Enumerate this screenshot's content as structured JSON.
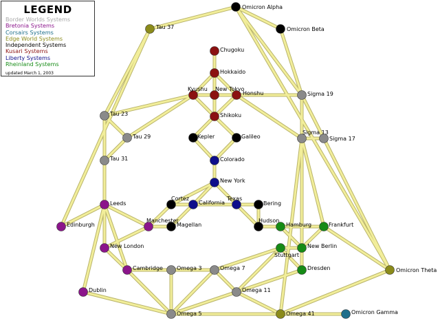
{
  "legend": {
    "title": "LEGEND",
    "entries": [
      {
        "label": "Border Worlds Systems",
        "color": "#aaaaaa"
      },
      {
        "label": "Bretonia Systems",
        "color": "#8b158b"
      },
      {
        "label": "Corsairs Systems",
        "color": "#1f6f8b"
      },
      {
        "label": "Edge World Systems",
        "color": "#8b8b1a"
      },
      {
        "label": "Independent Systems",
        "color": "#000000"
      },
      {
        "label": "Kusari Systems",
        "color": "#8b1111"
      },
      {
        "label": "Liberty Systems",
        "color": "#0e0e8b"
      },
      {
        "label": "Rheinland Systems",
        "color": "#168b16"
      }
    ],
    "updated": "updated March 1, 2003"
  },
  "colors": {
    "border": "#8a8a8a",
    "bretonia": "#8b158b",
    "corsairs": "#1f6f8b",
    "edge": "#8b8b1a",
    "independent": "#000000",
    "kusari": "#8b1111",
    "liberty": "#0e0e8b",
    "rheinland": "#168b16",
    "lane": "#f2ee9a",
    "lane_edge": "#b8b36a"
  },
  "systems": [
    {
      "id": "omicron-alpha",
      "name": "Omicron Alpha",
      "faction": "independent"
    },
    {
      "id": "omicron-beta",
      "name": "Omicron Beta",
      "faction": "independent"
    },
    {
      "id": "tau-37",
      "name": "Tau 37",
      "faction": "edge"
    },
    {
      "id": "chugoku",
      "name": "Chugoku",
      "faction": "kusari"
    },
    {
      "id": "hokkaido",
      "name": "Hokkaido",
      "faction": "kusari"
    },
    {
      "id": "kyushu",
      "name": "Kyushu",
      "faction": "kusari"
    },
    {
      "id": "new-tokyo",
      "name": "New Tokyo",
      "faction": "kusari"
    },
    {
      "id": "honshu",
      "name": "Honshu",
      "faction": "kusari"
    },
    {
      "id": "shikoku",
      "name": "Shikoku",
      "faction": "kusari"
    },
    {
      "id": "sigma-19",
      "name": "Sigma 19",
      "faction": "border"
    },
    {
      "id": "tau-23",
      "name": "Tau 23",
      "faction": "border"
    },
    {
      "id": "tau-29",
      "name": "Tau 29",
      "faction": "border"
    },
    {
      "id": "tau-31",
      "name": "Tau 31",
      "faction": "border"
    },
    {
      "id": "kepler",
      "name": "Kepler",
      "faction": "independent"
    },
    {
      "id": "galileo",
      "name": "Galileo",
      "faction": "independent"
    },
    {
      "id": "sigma-13",
      "name": "Sigma 13",
      "faction": "border"
    },
    {
      "id": "sigma-17",
      "name": "Sigma 17",
      "faction": "border"
    },
    {
      "id": "colorado",
      "name": "Colorado",
      "faction": "liberty"
    },
    {
      "id": "new-york",
      "name": "New York",
      "faction": "liberty"
    },
    {
      "id": "cortez",
      "name": "Cortez",
      "faction": "independent"
    },
    {
      "id": "california",
      "name": "California",
      "faction": "liberty"
    },
    {
      "id": "texas",
      "name": "Texas",
      "faction": "liberty"
    },
    {
      "id": "bering",
      "name": "Bering",
      "faction": "independent"
    },
    {
      "id": "leeds",
      "name": "Leeds",
      "faction": "bretonia"
    },
    {
      "id": "edinburgh",
      "name": "Edinburgh",
      "faction": "bretonia"
    },
    {
      "id": "manchester",
      "name": "Manchester",
      "faction": "bretonia"
    },
    {
      "id": "magellan",
      "name": "Magellan",
      "faction": "independent"
    },
    {
      "id": "hudson",
      "name": "Hudson",
      "faction": "independent"
    },
    {
      "id": "hamburg",
      "name": "Hamburg",
      "faction": "rheinland"
    },
    {
      "id": "frankfurt",
      "name": "Frankfurt",
      "faction": "rheinland"
    },
    {
      "id": "new-london",
      "name": "New London",
      "faction": "bretonia"
    },
    {
      "id": "new-berlin",
      "name": "New Berlin",
      "faction": "rheinland"
    },
    {
      "id": "stuttgart",
      "name": "Stuttgart",
      "faction": "rheinland"
    },
    {
      "id": "cambridge",
      "name": "Cambridge",
      "faction": "bretonia"
    },
    {
      "id": "omega-3",
      "name": "Omega 3",
      "faction": "border"
    },
    {
      "id": "omega-7",
      "name": "Omega 7",
      "faction": "border"
    },
    {
      "id": "dresden",
      "name": "Dresden",
      "faction": "rheinland"
    },
    {
      "id": "omicron-theta",
      "name": "Omicron Theta",
      "faction": "edge"
    },
    {
      "id": "omega-11",
      "name": "Omega 11",
      "faction": "border"
    },
    {
      "id": "dublin",
      "name": "Dublin",
      "faction": "bretonia"
    },
    {
      "id": "omega-5",
      "name": "Omega 5",
      "faction": "border"
    },
    {
      "id": "omega-41",
      "name": "Omega 41",
      "faction": "edge"
    },
    {
      "id": "omicron-gamma",
      "name": "Omicron Gamma",
      "faction": "corsairs"
    }
  ],
  "lanes": [
    [
      "omicron-alpha",
      "omicron-beta"
    ],
    [
      "omicron-alpha",
      "tau-37"
    ],
    [
      "omicron-alpha",
      "sigma-19"
    ],
    [
      "omicron-alpha",
      "omicron-theta"
    ],
    [
      "omicron-beta",
      "sigma-19"
    ],
    [
      "tau-37",
      "tau-23"
    ],
    [
      "chugoku",
      "hokkaido"
    ],
    [
      "hokkaido",
      "kyushu"
    ],
    [
      "hokkaido",
      "new-tokyo"
    ],
    [
      "hokkaido",
      "honshu"
    ],
    [
      "kyushu",
      "new-tokyo"
    ],
    [
      "new-tokyo",
      "honshu"
    ],
    [
      "kyushu",
      "shikoku"
    ],
    [
      "new-tokyo",
      "shikoku"
    ],
    [
      "honshu",
      "shikoku"
    ],
    [
      "kyushu",
      "tau-23"
    ],
    [
      "kyushu",
      "tau-29"
    ],
    [
      "honshu",
      "sigma-19"
    ],
    [
      "honshu",
      "sigma-13"
    ],
    [
      "sigma-19",
      "sigma-13"
    ],
    [
      "sigma-19",
      "sigma-17"
    ],
    [
      "sigma-13",
      "sigma-17"
    ],
    [
      "sigma-13",
      "new-berlin"
    ],
    [
      "sigma-13",
      "frankfurt"
    ],
    [
      "sigma-13",
      "omega-41"
    ],
    [
      "sigma-17",
      "omicron-theta"
    ],
    [
      "tau-23",
      "tau-29"
    ],
    [
      "tau-23",
      "tau-31"
    ],
    [
      "tau-29",
      "tau-31"
    ],
    [
      "tau-31",
      "leeds"
    ],
    [
      "shikoku",
      "kepler"
    ],
    [
      "shikoku",
      "galileo"
    ],
    [
      "kepler",
      "colorado"
    ],
    [
      "galileo",
      "colorado"
    ],
    [
      "colorado",
      "new-york"
    ],
    [
      "new-york",
      "cortez"
    ],
    [
      "new-york",
      "california"
    ],
    [
      "new-york",
      "texas"
    ],
    [
      "cortez",
      "california"
    ],
    [
      "cortez",
      "manchester"
    ],
    [
      "california",
      "texas"
    ],
    [
      "california",
      "magellan"
    ],
    [
      "texas",
      "bering"
    ],
    [
      "texas",
      "hudson"
    ],
    [
      "bering",
      "hudson"
    ],
    [
      "hudson",
      "hamburg"
    ],
    [
      "hamburg",
      "frankfurt"
    ],
    [
      "hamburg",
      "new-berlin"
    ],
    [
      "frankfurt",
      "new-berlin"
    ],
    [
      "new-berlin",
      "stuttgart"
    ],
    [
      "stuttgart",
      "dresden"
    ],
    [
      "new-berlin",
      "dresden"
    ],
    [
      "stuttgart",
      "omega-7"
    ],
    [
      "stuttgart",
      "omega-11"
    ],
    [
      "dresden",
      "omega-11"
    ],
    [
      "frankfurt",
      "omicron-theta"
    ],
    [
      "omicron-theta",
      "omega-41"
    ],
    [
      "leeds",
      "edinburgh"
    ],
    [
      "leeds",
      "manchester"
    ],
    [
      "leeds",
      "new-london"
    ],
    [
      "leeds",
      "cambridge"
    ],
    [
      "leeds",
      "dublin"
    ],
    [
      "manchester",
      "magellan"
    ],
    [
      "manchester",
      "new-london"
    ],
    [
      "new-london",
      "cambridge"
    ],
    [
      "new-london",
      "tau-31"
    ],
    [
      "cambridge",
      "omega-3"
    ],
    [
      "omega-3",
      "omega-7"
    ],
    [
      "omega-3",
      "omega-5"
    ],
    [
      "omega-7",
      "omega-5"
    ],
    [
      "omega-7",
      "omega-11"
    ],
    [
      "omega-11",
      "omega-5"
    ],
    [
      "omega-11",
      "omega-41"
    ],
    [
      "omega-5",
      "omega-41"
    ],
    [
      "omega-41",
      "omicron-gamma"
    ],
    [
      "omega-5",
      "dublin"
    ],
    [
      "tau-37",
      "edinburgh"
    ],
    [
      "cambridge",
      "omega-5"
    ]
  ]
}
